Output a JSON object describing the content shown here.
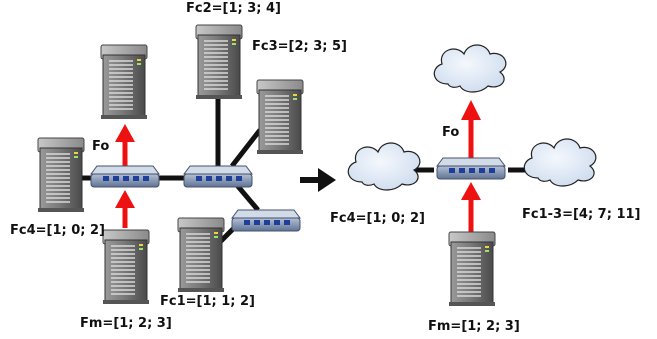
{
  "left_network": {
    "servers": {
      "fc2": {
        "label": "Fc2=[1; 3; 4]"
      },
      "fc3": {
        "label": "Fc3=[2; 3; 5]"
      },
      "fc4": {
        "label": "Fc4=[1; 0; 2]"
      },
      "fm": {
        "label": "Fm=[1; 2; 3]"
      },
      "fc1": {
        "label": "Fc1=[1; 1; 2]"
      }
    },
    "flow_label": "Fo"
  },
  "right_network": {
    "fc4_cloud": {
      "label": "Fc4=[1; 0; 2]"
    },
    "fc13_cloud": {
      "label": "Fc1-3=[4; 7; 11]"
    },
    "fm_server": {
      "label": "Fm=[1; 2; 3]"
    },
    "flow_label": "Fo"
  },
  "colors": {
    "flow_arrow": "#ee1111",
    "link": "#111111",
    "cloud_fill": "#dde8f6",
    "switch_fill": "#7c90b0"
  },
  "icons": [
    "server-icon",
    "switch-icon",
    "cloud-icon",
    "transform-arrow-icon"
  ]
}
